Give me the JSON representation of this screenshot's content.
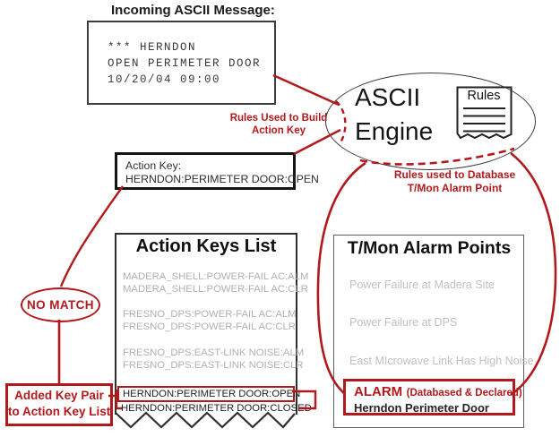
{
  "colors": {
    "accent_red": "#b2191c",
    "list_gray": "#b3b0b0",
    "tmon_gray": "#c2bfbf",
    "ink": "#1f1f1f"
  },
  "incoming": {
    "heading": "Incoming ASCII Message:",
    "lines": [
      "*** HERNDON",
      "OPEN PERIMETER DOOR",
      "10/20/04 09:00"
    ]
  },
  "engine": {
    "word1": "ASCII",
    "word2": "Engine",
    "rules_icon_label": "Rules"
  },
  "annotations": {
    "build_line1": "Rules Used to Build",
    "build_line2": "Action Key",
    "database_line1": "Rules used to Database",
    "database_line2": "T/Mon Alarm Point"
  },
  "action_key": {
    "label": "Action Key:",
    "value": "HERNDON:PERIMETER DOOR:OPEN"
  },
  "no_match": {
    "label": "NO MATCH"
  },
  "added_key": {
    "line1": "Added Key Pair",
    "line2": "to Action Key List"
  },
  "action_keys_list": {
    "title": "Action Keys List",
    "gray": [
      "MADERA_SHELL:POWER-FAIL AC:ALM",
      "MADERA_SHELL:POWER-FAIL AC:CLR",
      "FRESNO_DPS:POWER-FAIL AC:ALM",
      "FRESNO_DPS:POWER-FAIL AC:CLR",
      "FRESNO_DPS:EAST-LINK NOISE:ALM",
      "FRESNO_DPS:EAST-LINK NOISE:CLR"
    ],
    "open_key": "HERNDON:PERIMETER DOOR:OPEN",
    "closed_key": "HERNDON:PERIMETER DOOR:CLOSED"
  },
  "tmon": {
    "title": "T/Mon Alarm Points",
    "gray_items": [
      "Power Failure at Madera Site",
      "Power Failure at DPS",
      "East MIcrowave Link Has High Noise"
    ],
    "alarm": {
      "status": "ALARM",
      "note": "(Databased & Declared)",
      "point": "Herndon Perimeter Door"
    }
  }
}
